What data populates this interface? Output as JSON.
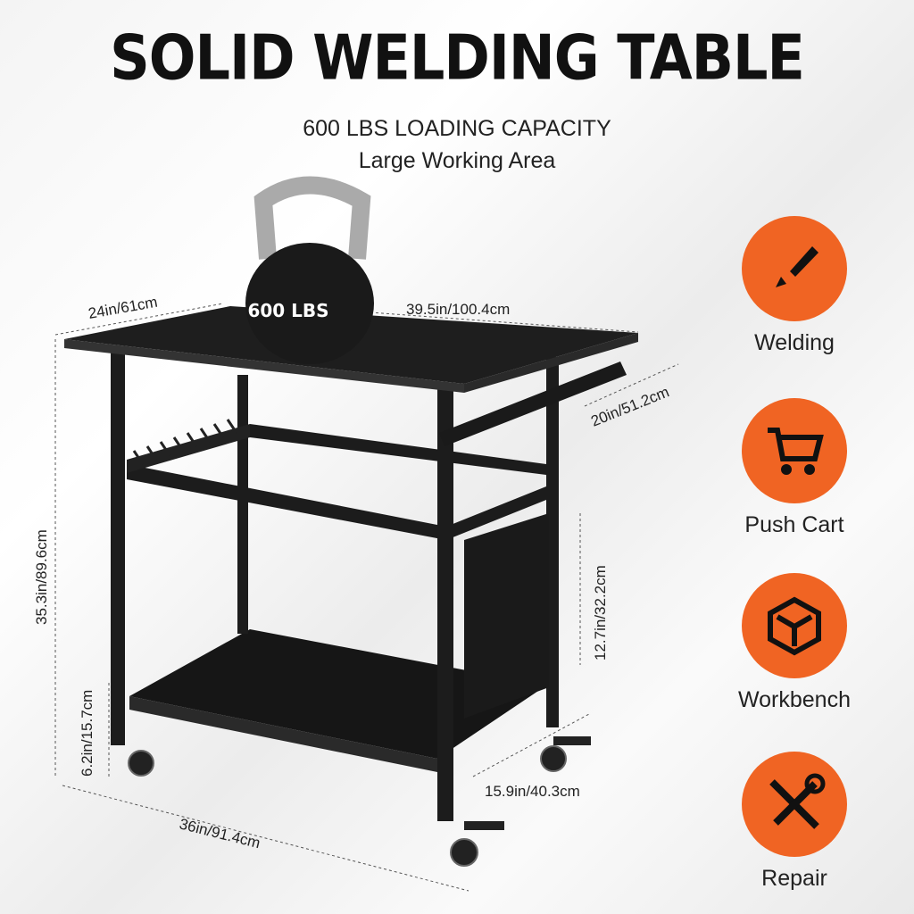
{
  "header": {
    "title": "SOLID WELDING TABLE",
    "subtitle_1": "600 LBS LOADING CAPACITY",
    "subtitle_2": "Large Working Area"
  },
  "kettlebell_label": "600 LBS",
  "dimensions": {
    "top_depth": "24in/61cm",
    "top_width": "39.5in/100.4cm",
    "handle": "20in/51.2cm",
    "height": "35.3in/89.6cm",
    "panel_height": "12.7in/32.2cm",
    "clearance": "6.2in/15.7cm",
    "shelf_depth": "15.9in/40.3cm",
    "base_width": "36in/91.4cm"
  },
  "features": [
    {
      "label": "Welding",
      "icon": "welding-torch-icon"
    },
    {
      "label": "Push Cart",
      "icon": "shopping-cart-icon"
    },
    {
      "label": "Workbench",
      "icon": "cube-icon"
    },
    {
      "label": "Repair",
      "icon": "wrench-screwdriver-icon"
    }
  ],
  "colors": {
    "accent": "#f06423",
    "cart": "#1c1c1c"
  }
}
